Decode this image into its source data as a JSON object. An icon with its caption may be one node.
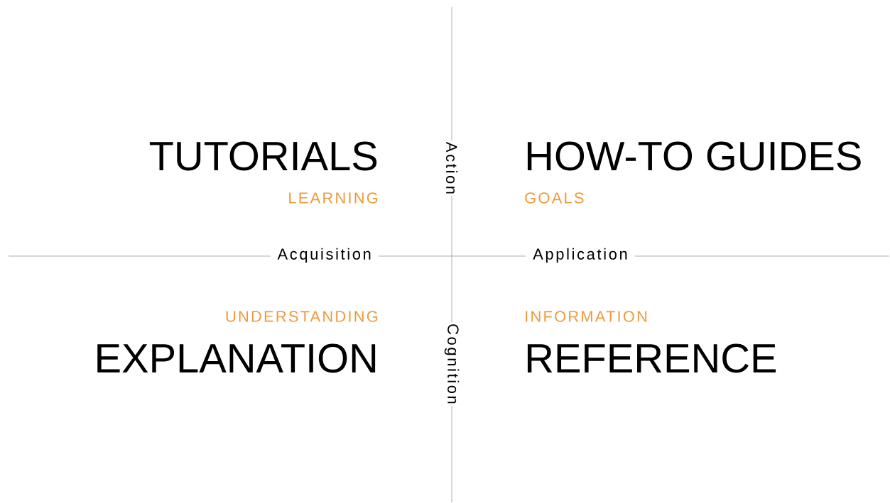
{
  "diagram": {
    "labels": [
      "TUTORIALS",
      "Action",
      "HOW-TO GUIDES",
      "LEARNING",
      "GOALS",
      "Acquisition",
      "Application",
      "UNDERSTANDING",
      "INFORMATION",
      "Cognition",
      "EXPLANATION",
      "REFERENCE"
    ]
  }
}
